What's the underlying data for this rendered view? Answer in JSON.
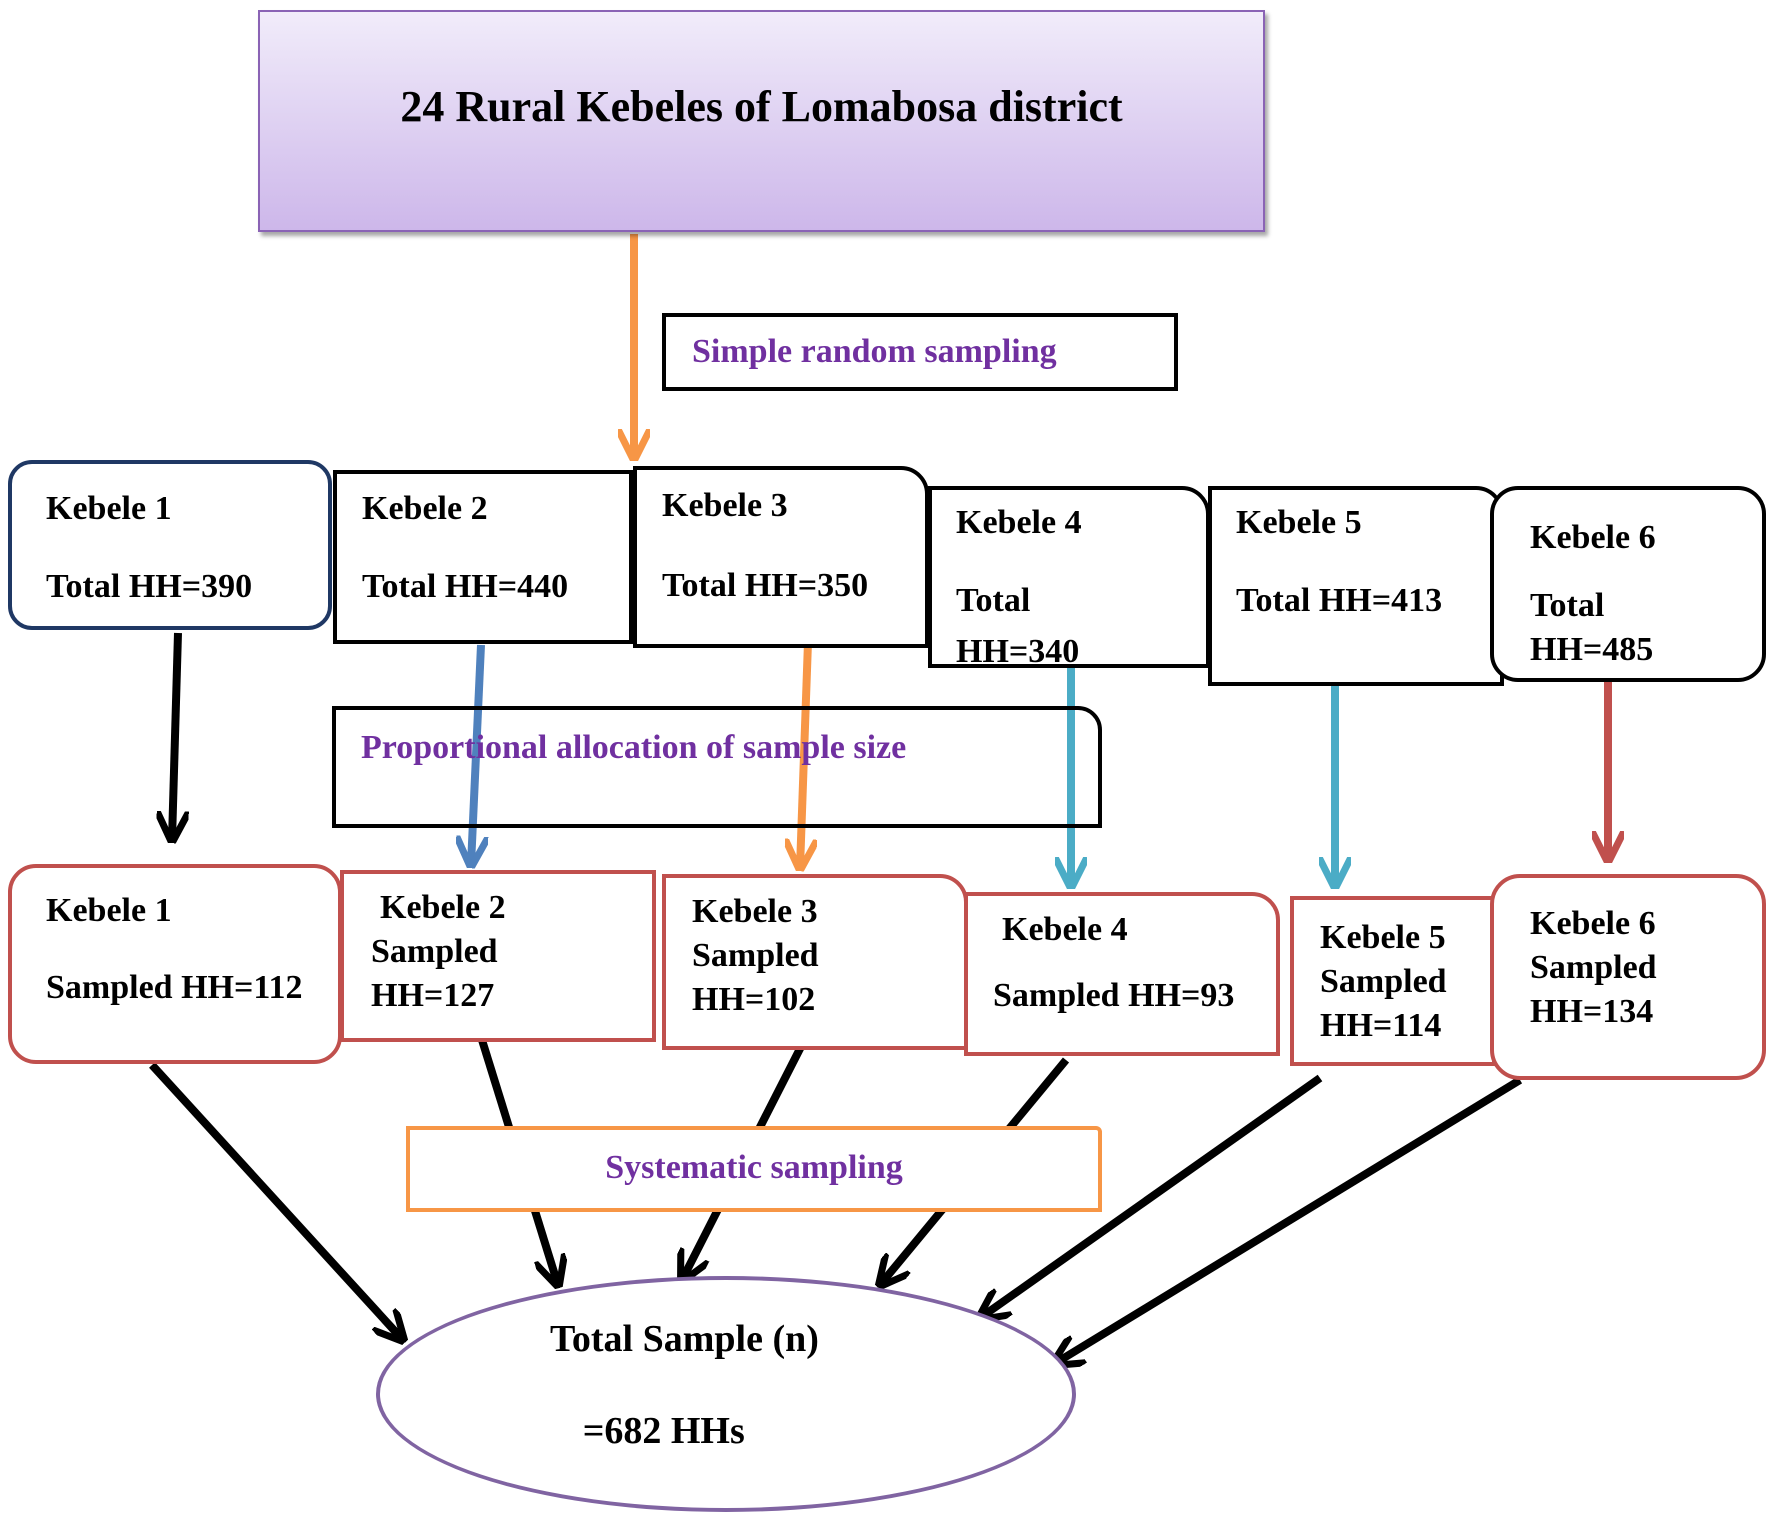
{
  "top_box": {
    "title": "24 Rural Kebeles of Lomabosa district"
  },
  "labels": {
    "simple_random": "Simple random sampling",
    "proportional": "Proportional allocation of sample size",
    "systematic": "Systematic sampling"
  },
  "selected_kebeles": [
    {
      "name": "Kebele 1",
      "total_label": "Total HH=390"
    },
    {
      "name": "Kebele 2",
      "total_label": "Total HH=440"
    },
    {
      "name": "Kebele 3",
      "total_label": "Total HH=350"
    },
    {
      "name": "Kebele 4",
      "total_label_1": "Total",
      "total_label_2": "HH=340"
    },
    {
      "name": "Kebele 5",
      "total_label": "Total HH=413"
    },
    {
      "name": "Kebele 6",
      "total_label_1": "Total",
      "total_label_2": "HH=485"
    }
  ],
  "sampled_kebeles": [
    {
      "name": "Kebele 1",
      "sampled": "Sampled HH=112"
    },
    {
      "name": "Kebele 2",
      "line2": "Sampled",
      "line3": "HH=127"
    },
    {
      "name": "Kebele 3",
      "line2": "Sampled",
      "line3": "HH=102"
    },
    {
      "name": "Kebele 4",
      "sampled": "Sampled HH=93"
    },
    {
      "name": "Kebele 5",
      "line2": "Sampled",
      "line3": "HH=114"
    },
    {
      "name": "Kebele 6",
      "line2": "Sampled",
      "line3": "HH=134"
    }
  ],
  "total": {
    "line1": "Total Sample (n)",
    "line2": "=682 HHs"
  },
  "colors": {
    "orange": "#f79646",
    "blue": "#4f81bd",
    "teal": "#4bacc6",
    "red": "#c0504d",
    "purple_text": "#7030a0",
    "navy": "#1f3864",
    "ellipse": "#8064a2"
  }
}
